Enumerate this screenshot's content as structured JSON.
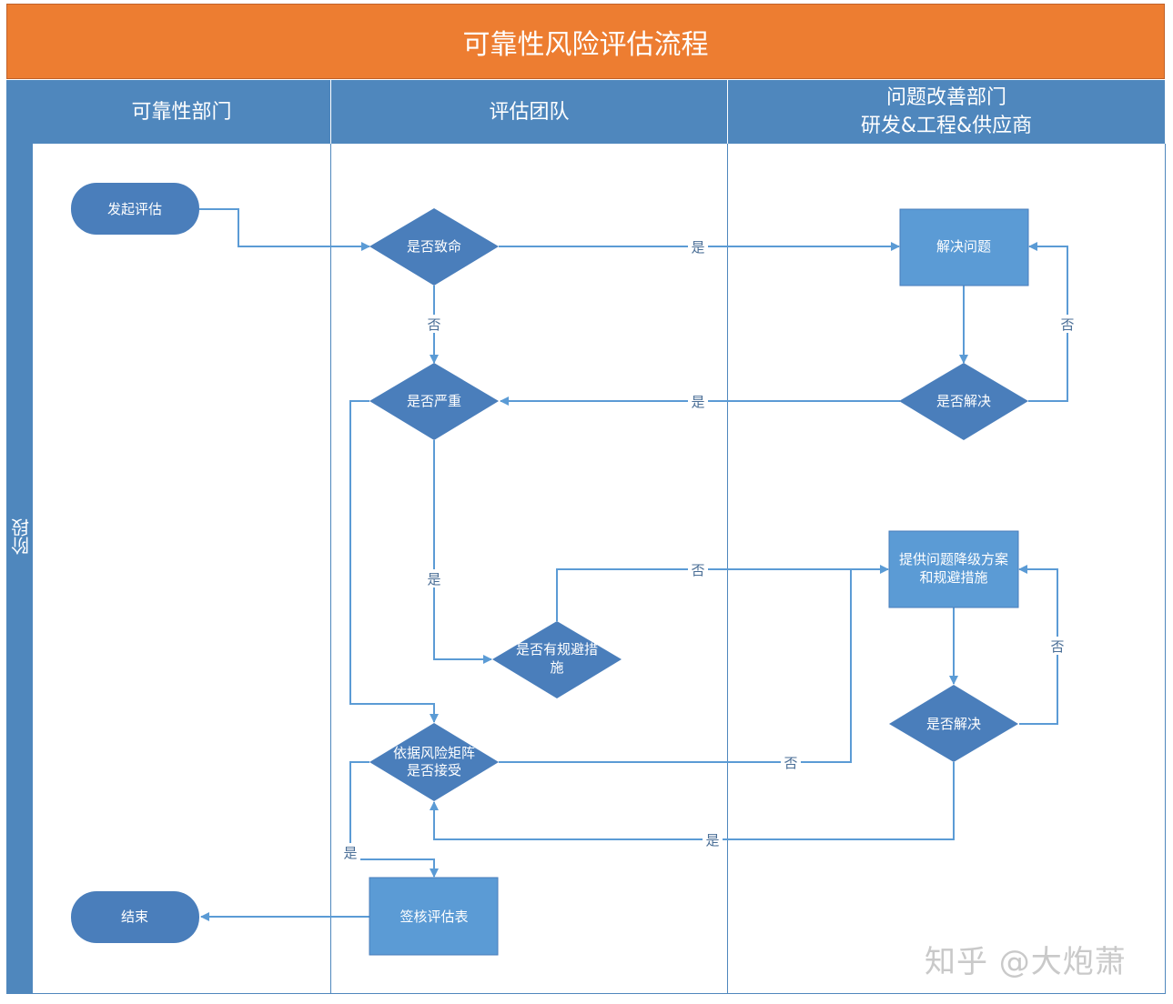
{
  "title": "可靠性风险评估流程",
  "stage_label": "阶段",
  "lanes": [
    {
      "line1": "可靠性部门",
      "line2": ""
    },
    {
      "line1": "评估团队",
      "line2": ""
    },
    {
      "line1": "问题改善部门",
      "line2": "研发&工程&供应商"
    }
  ],
  "nodes": {
    "start": "发起评估",
    "fatal": "是否致命",
    "serious": "是否严重",
    "avoid_1": "是否有规避措",
    "avoid_2": "施",
    "matrix_1": "依据风险矩阵",
    "matrix_2": "是否接受",
    "sign": "签核评估表",
    "end": "结束",
    "solve": "解决问题",
    "solved_a": "是否解决",
    "provide_1": "提供问题降级方案",
    "provide_2": "和规避措施",
    "solved_b": "是否解决"
  },
  "edge_labels": {
    "fatal_yes": "是",
    "fatal_no": "否",
    "solved_a_no": "否",
    "solved_a_yes": "是",
    "serious_yes": "是",
    "avoid_no": "否",
    "solved_b_no": "否",
    "matrix_no": "否",
    "solved_b_yes": "是",
    "matrix_yes": "是"
  },
  "watermark": "知乎 @大炮萧",
  "colors": {
    "title_bg": "#ED7D31",
    "header_bg": "#4F87BD",
    "shape_dark": "#4A7EBB",
    "shape_box": "#5B9BD5",
    "line": "#5B9BD5"
  }
}
